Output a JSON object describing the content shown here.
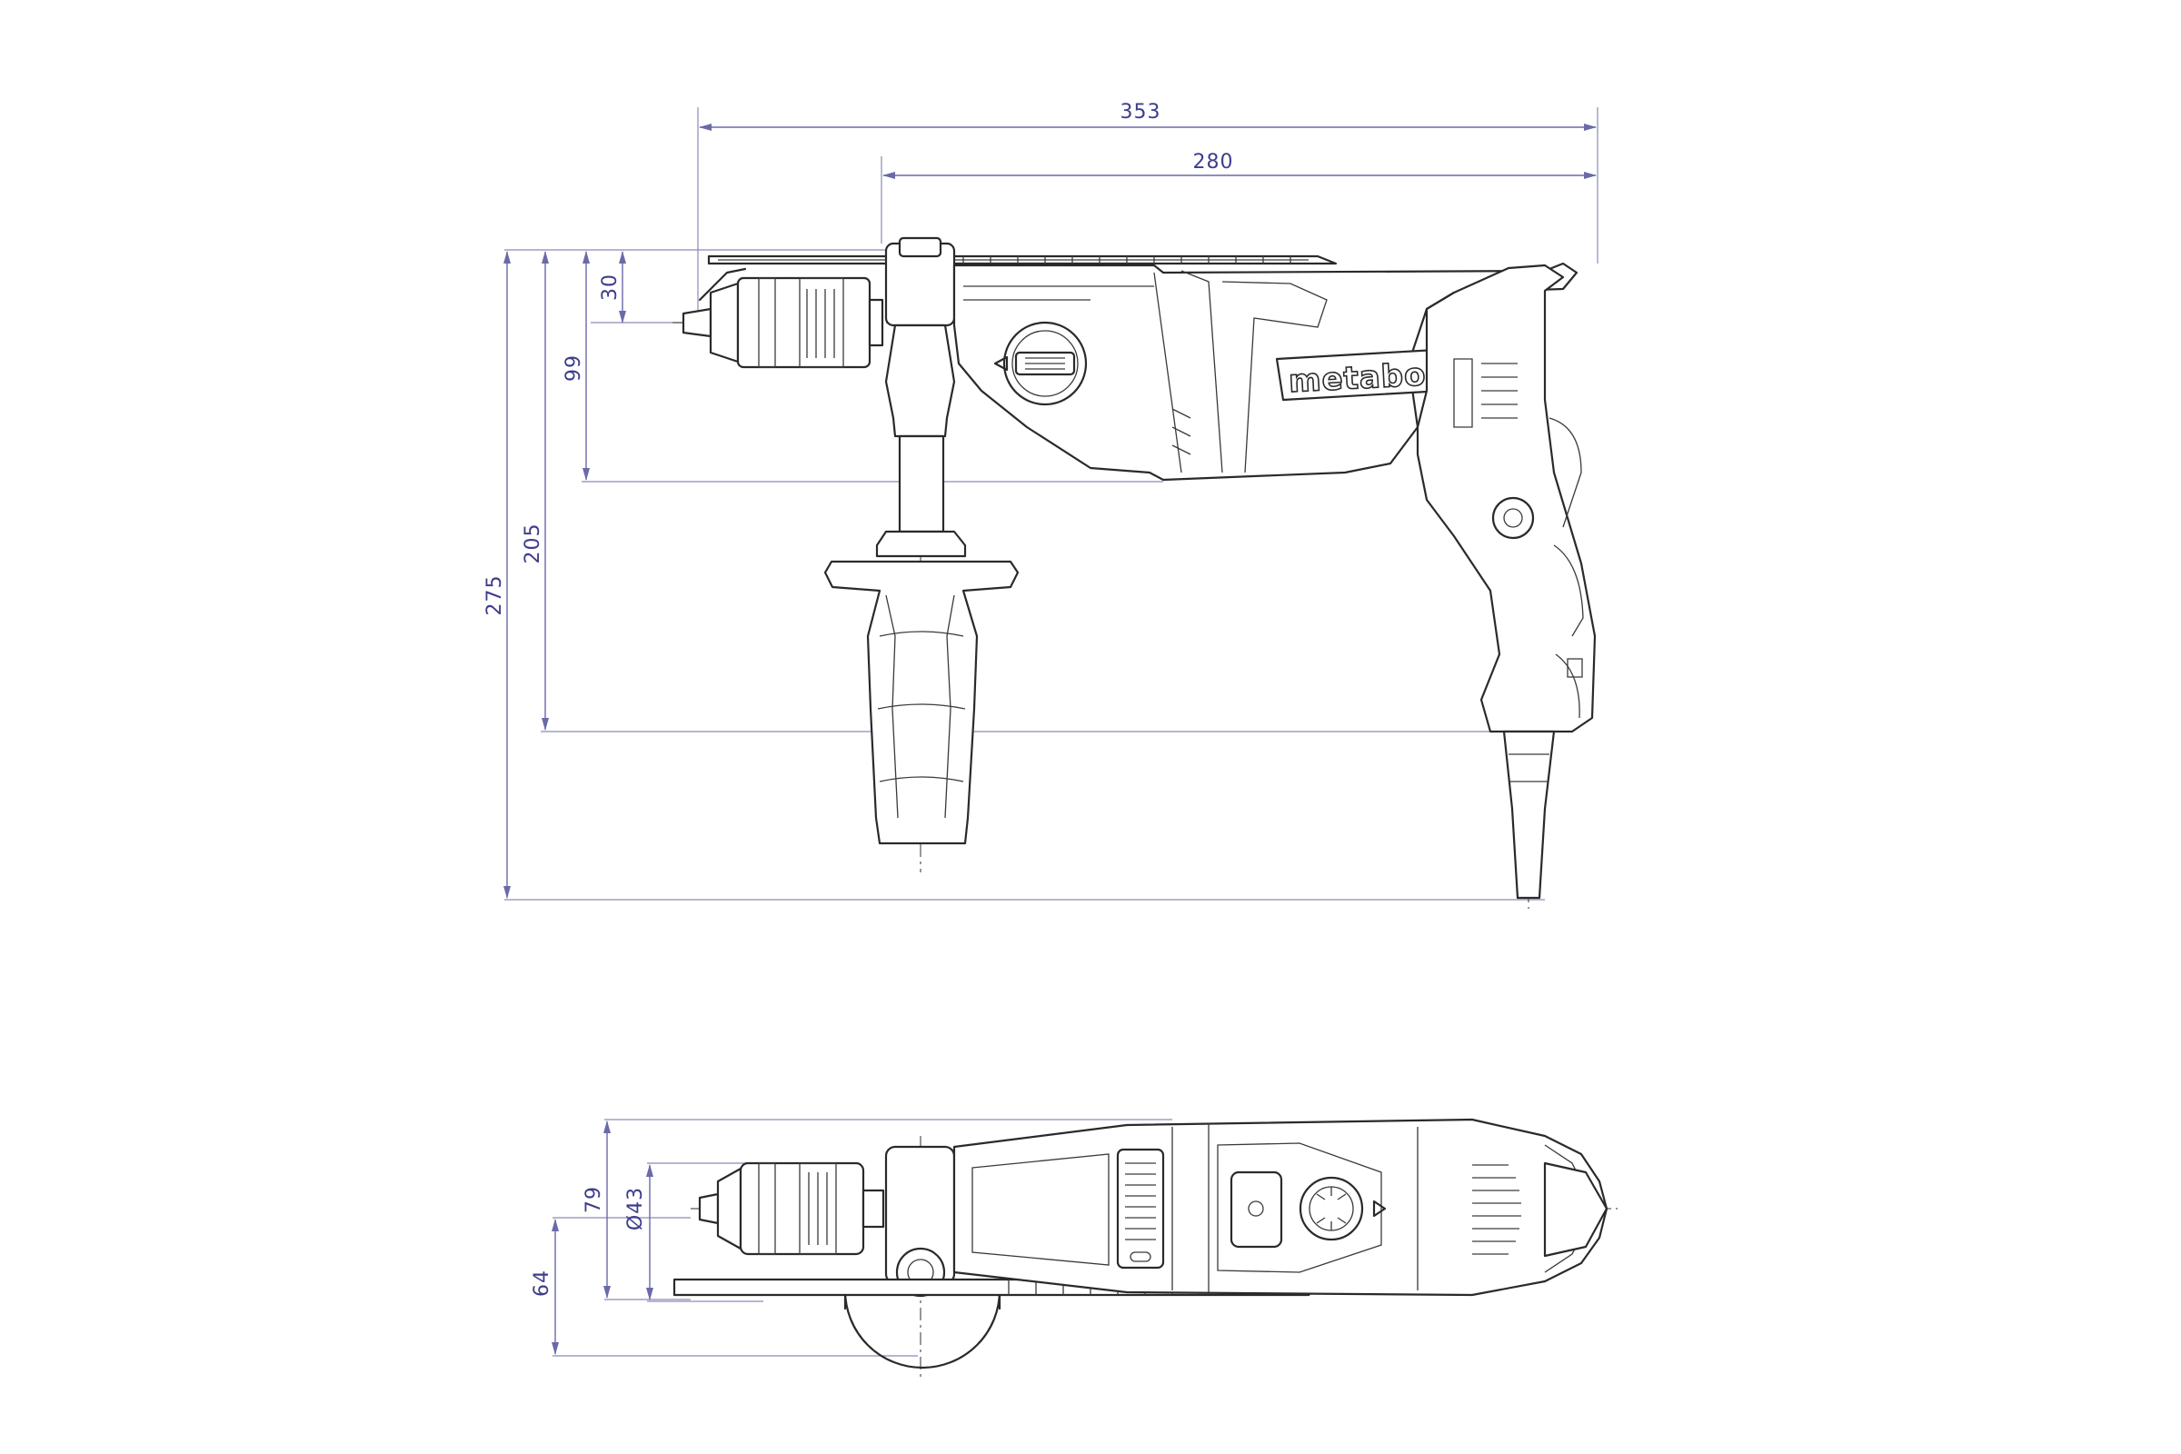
{
  "brand": "metabo",
  "side_view": {
    "dims": {
      "overall_length": "353",
      "body_length": "280",
      "chuck_center": "30",
      "handle_axis": "99",
      "grip_bottom": "205",
      "overall_height": "275"
    }
  },
  "top_view": {
    "dims": {
      "width": "79",
      "chuck_diameter": "Ø43",
      "offset": "64"
    }
  }
}
